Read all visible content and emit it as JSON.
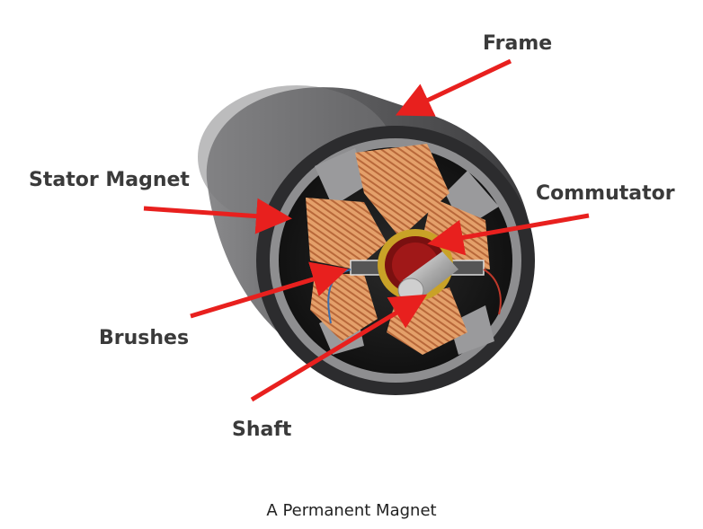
{
  "labels": {
    "frame": "Frame",
    "stator_magnet": "Stator Magnet",
    "commutator": "Commutator",
    "brushes": "Brushes",
    "shaft": "Shaft"
  },
  "caption": "A Permanent Magnet",
  "colors": {
    "arrow": "#e8201e",
    "frame": "#4a4a4c",
    "coil": "#e0955a",
    "commutator": "#c9a227",
    "shaft": "#b8b8b8"
  }
}
